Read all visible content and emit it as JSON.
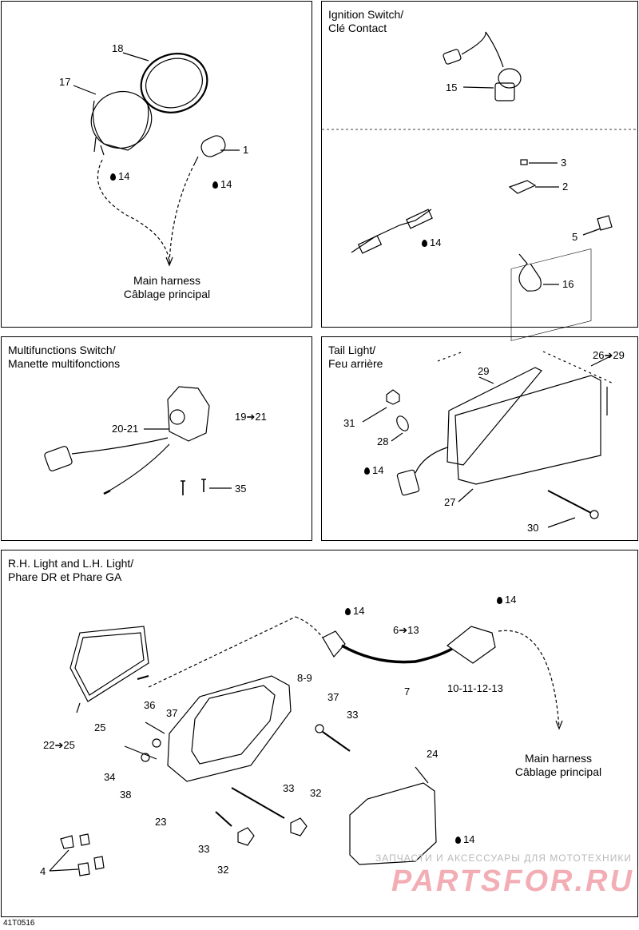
{
  "panels": {
    "ignition": {
      "title_en": "Ignition Switch/",
      "title_fr": "Clé Contact"
    },
    "multi": {
      "title_en": "Multifunctions Switch/",
      "title_fr": "Manette multifonctions"
    },
    "tail": {
      "title_en": "Tail Light/",
      "title_fr": "Feu arrière"
    },
    "head": {
      "title_en": "R.H. Light and L.H. Light/",
      "title_fr": "Phare DR et Phare GA"
    }
  },
  "harness": {
    "en": "Main harness",
    "fr": "Câblage principal"
  },
  "labels": {
    "p18": "18",
    "p17": "17",
    "p1": "1",
    "p14": "14",
    "p15": "15",
    "p3": "3",
    "p2": "2",
    "p5": "5",
    "p16": "16",
    "p20_21": "20-21",
    "p19_21": "19➔21",
    "p35": "35",
    "p26_29": "26➔29",
    "p29": "29",
    "p31": "31",
    "p28": "28",
    "p27": "27",
    "p30": "30",
    "p6_13": "6➔13",
    "p8_9": "8-9",
    "p7": "7",
    "p10_13": "10-11-12-13",
    "p36": "36",
    "p37": "37",
    "p33": "33",
    "p25": "25",
    "p22_25": "22➔25",
    "p34": "34",
    "p38": "38",
    "p23": "23",
    "p32": "32",
    "p24": "24",
    "p4": "4"
  },
  "watermark": {
    "line1": "ЗАПЧАСТИ И АКСЕССУАРЫ ДЛЯ МОТОТЕХНИКИ",
    "line2": "PARTSFOR.RU"
  },
  "figure_code": "41T0516"
}
